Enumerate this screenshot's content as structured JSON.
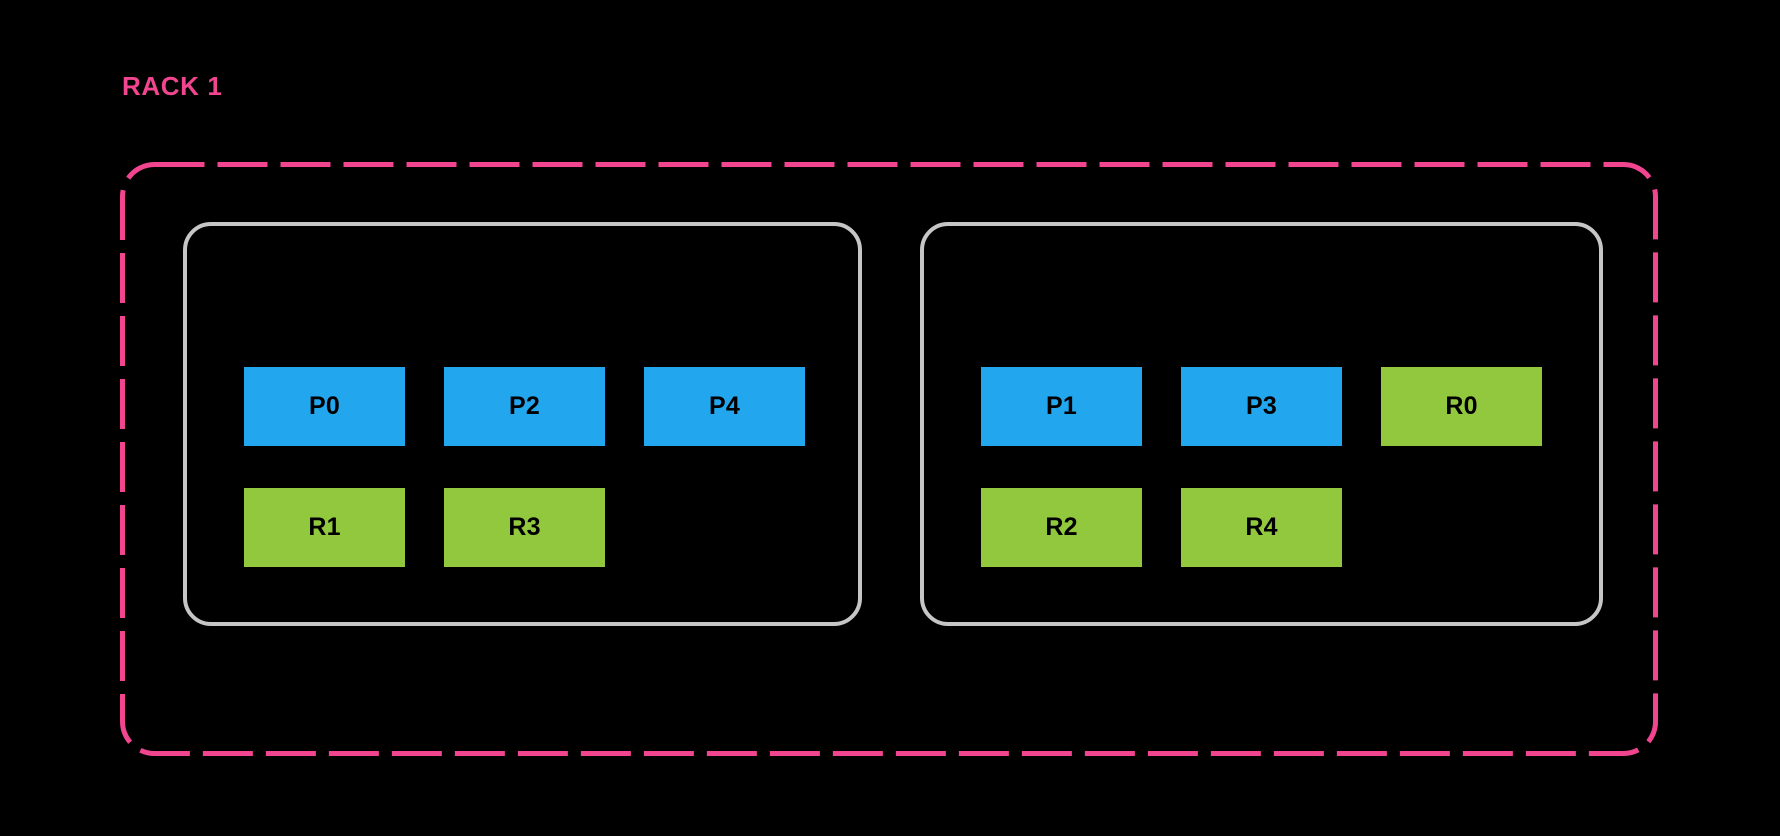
{
  "diagram": {
    "title": "RACK 1",
    "type": "rack-topology",
    "colors": {
      "background": "#000000",
      "rack_border": "#F2458F",
      "rack_label": "#F2458F",
      "node_border": "#C6C6C6",
      "primary_shard": "#22A7EF",
      "replica_shard": "#92C83E",
      "shard_label": "#000000"
    },
    "rack": {
      "label": "RACK 1",
      "border_style": "dashed",
      "nodes": [
        {
          "id": "node-0",
          "shards": [
            {
              "label": "P0",
              "kind": "primary"
            },
            {
              "label": "P2",
              "kind": "primary"
            },
            {
              "label": "P4",
              "kind": "primary"
            },
            {
              "label": "R1",
              "kind": "replica"
            },
            {
              "label": "R3",
              "kind": "replica"
            },
            {
              "label": "",
              "kind": "empty"
            }
          ]
        },
        {
          "id": "node-1",
          "shards": [
            {
              "label": "P1",
              "kind": "primary"
            },
            {
              "label": "P3",
              "kind": "primary"
            },
            {
              "label": "R0",
              "kind": "replica"
            },
            {
              "label": "R2",
              "kind": "replica"
            },
            {
              "label": "R4",
              "kind": "replica"
            },
            {
              "label": "",
              "kind": "empty"
            }
          ]
        }
      ]
    }
  }
}
